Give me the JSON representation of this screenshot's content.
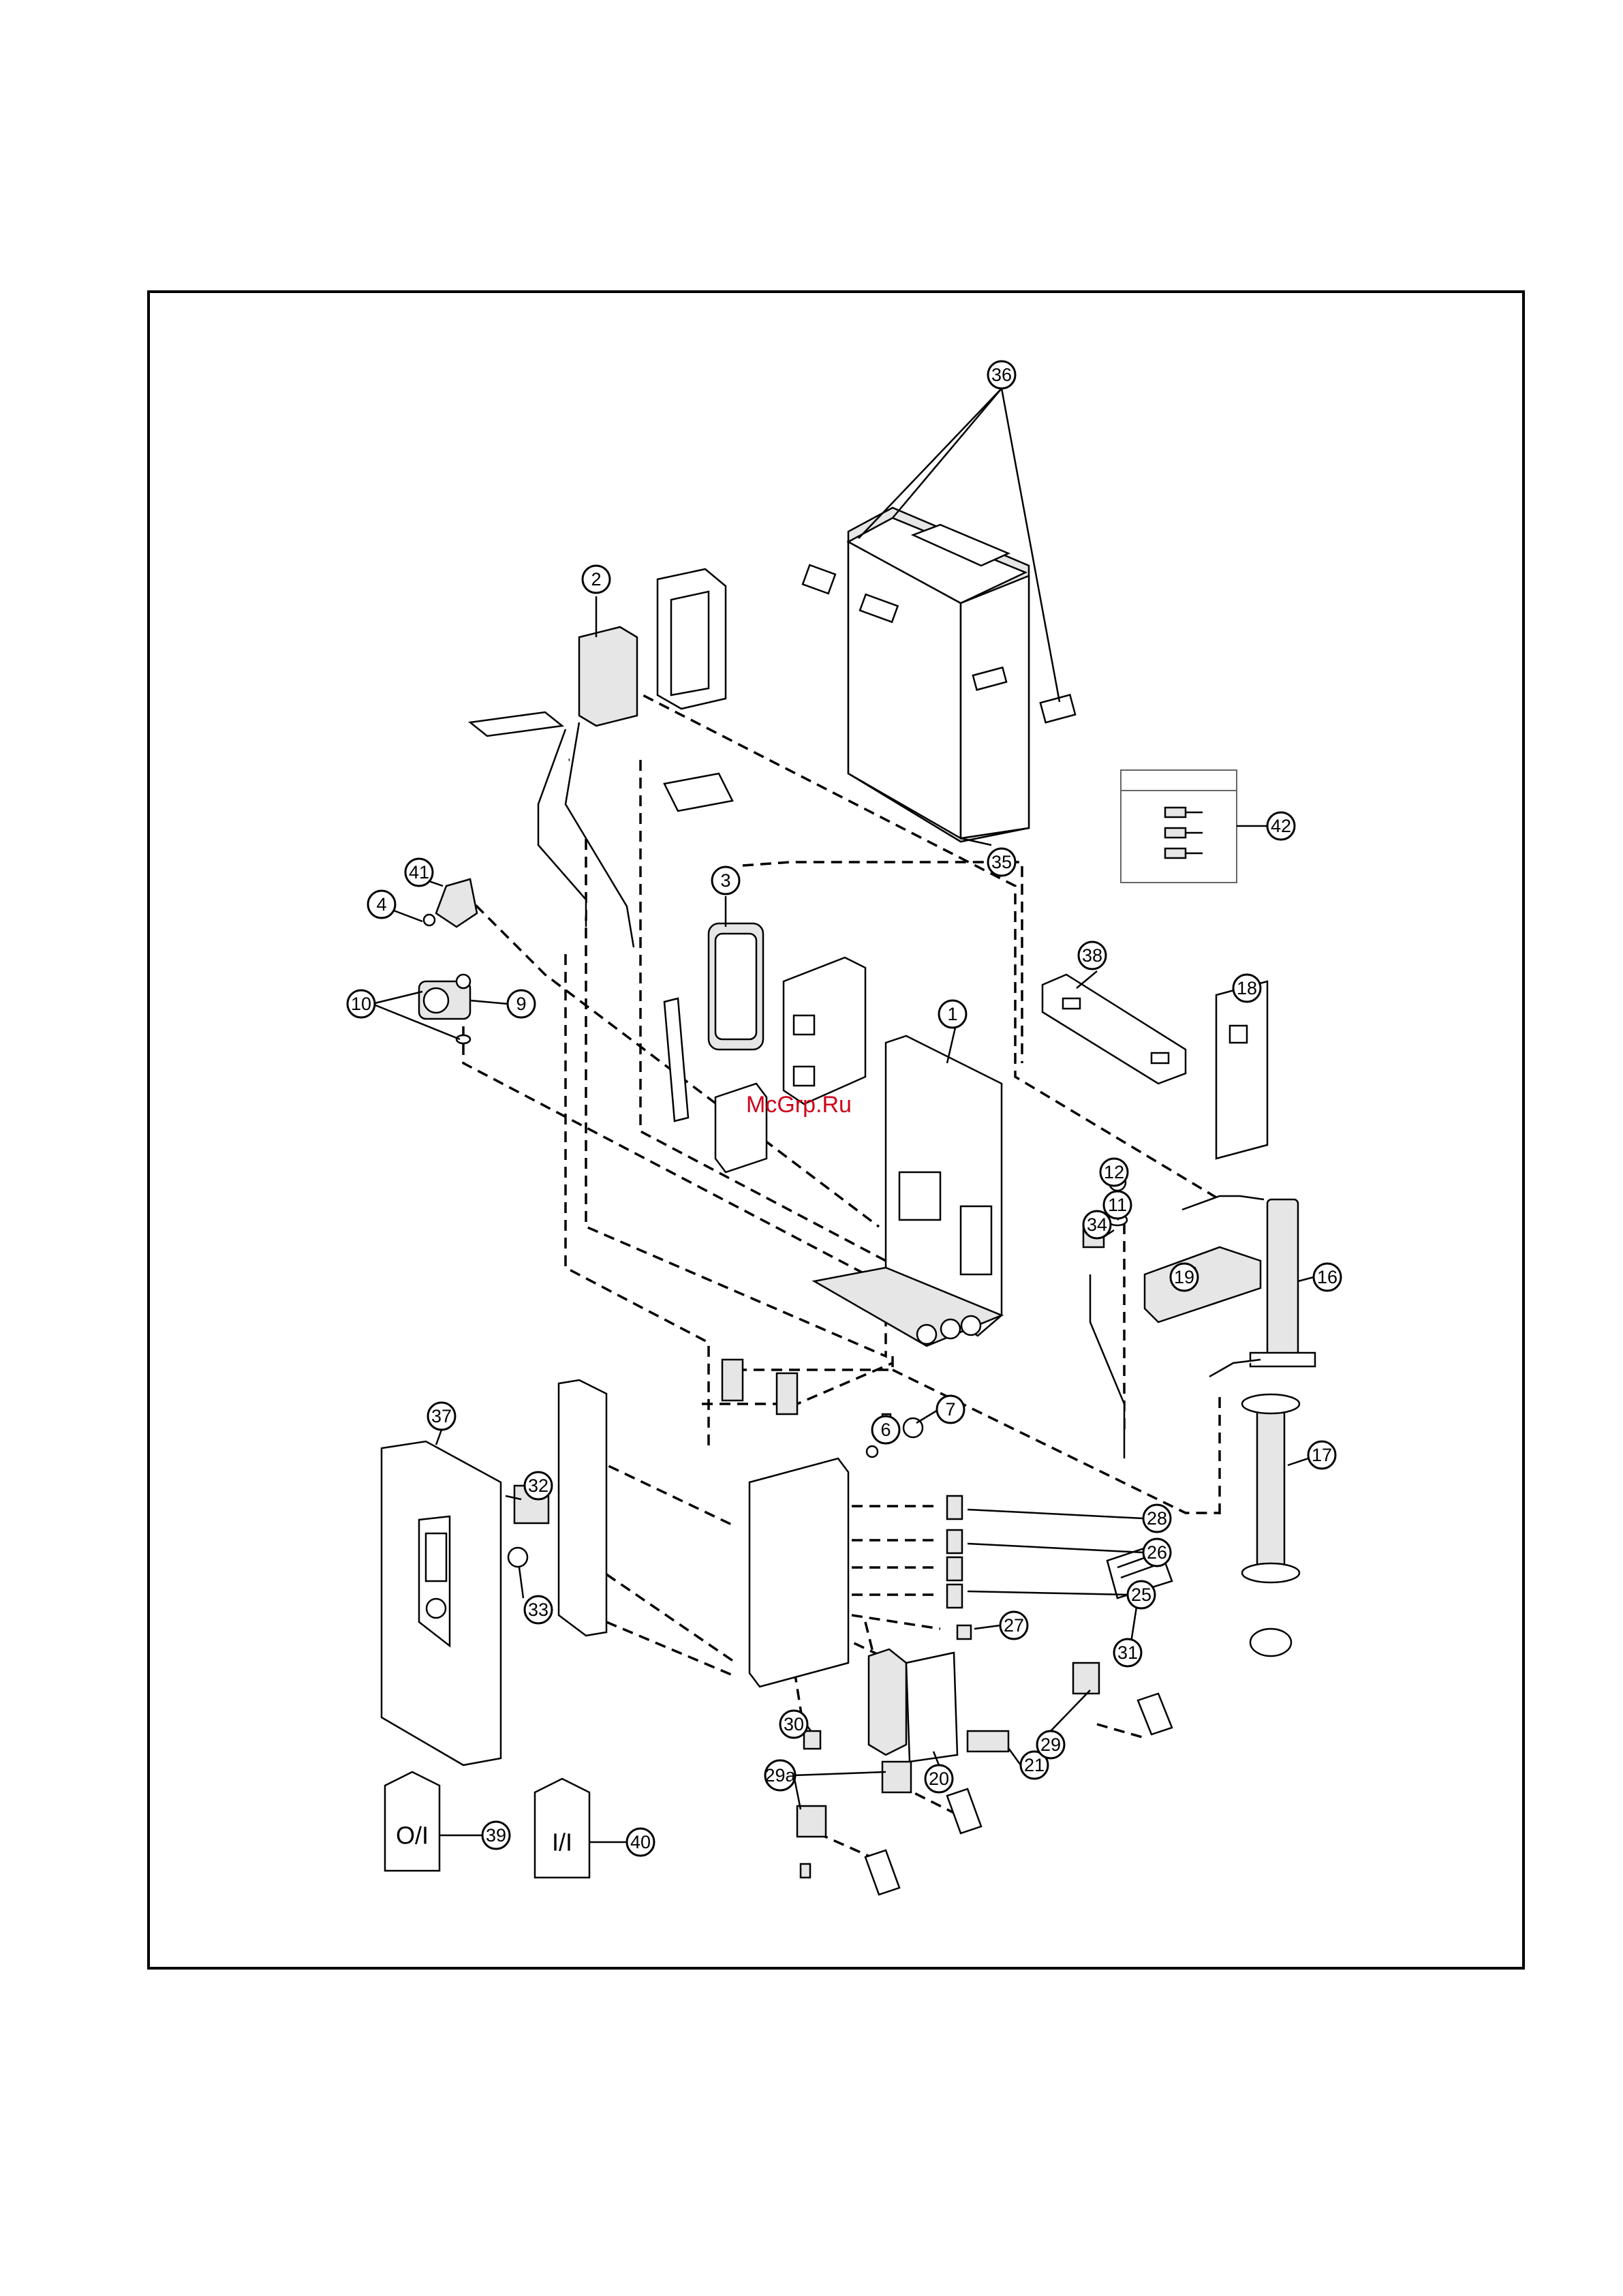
{
  "watermark": "McGrp.Ru",
  "watermark_color": "#d0021b",
  "callouts": {
    "c1": "1",
    "c2": "2",
    "c3": "3",
    "c4": "4",
    "c6": "6",
    "c7": "7",
    "c9": "9",
    "c10": "10",
    "c11": "11",
    "c12": "12",
    "c16": "16",
    "c17": "17",
    "c18": "18",
    "c19": "19",
    "c20": "20",
    "c21": "21",
    "c25": "25",
    "c26": "26",
    "c27": "27",
    "c28": "28",
    "c29": "29",
    "c29a": "29a",
    "c30": "30",
    "c31": "31",
    "c32": "32",
    "c33": "33",
    "c34": "34",
    "c35": "35",
    "c36": "36",
    "c37": "37",
    "c38": "38",
    "c39": "39",
    "c40": "40",
    "c41": "41",
    "c42": "42"
  },
  "booklets": {
    "operating": "O/I",
    "installation": "I/I"
  }
}
